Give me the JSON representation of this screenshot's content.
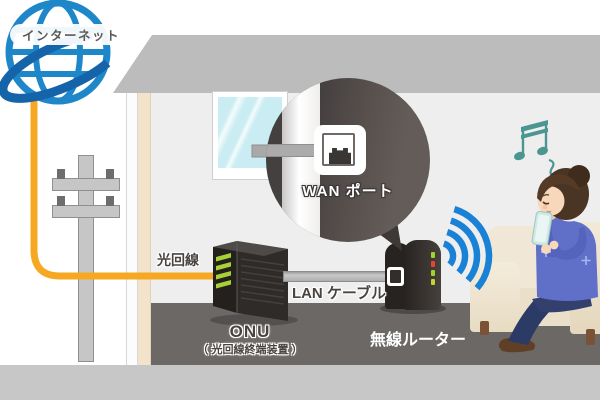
{
  "diagram": {
    "internet": {
      "label": "インターネット"
    },
    "fiber_line": {
      "label": "光回線"
    },
    "onu": {
      "label": "ONU",
      "sublabel": "（ 光回線終端装置 ）"
    },
    "lan_cable": {
      "label": "LAN ケーブル"
    },
    "wan_port": {
      "label": "WAN ポート"
    },
    "router": {
      "label": "無線ルーター"
    }
  },
  "icons": {
    "globe": "internet-globe-icon",
    "wifi": "wifi-signal-icon",
    "music": "music-notes-icon",
    "ethernet": "ethernet-port-icon"
  },
  "colors": {
    "globe_blue": "#1e87c9",
    "swoosh_blue": "#1563a8",
    "wifi_blue": "#1981d6",
    "fiber_yellow": "#f7a823",
    "led_green": "#9fd32e",
    "led_red": "#e8432e",
    "roof_gray": "#bcbcbc",
    "wall_gray": "#eeeeee",
    "outer_wall_beige": "#f2e3ca",
    "floor_gray": "#6b6866",
    "ground_gray": "#c7c7c7",
    "bubble_dark": "#4a4443",
    "sofa_cream": "#f0e7d6",
    "sweater_blue": "#6070c8",
    "note_teal": "#4b9691"
  }
}
